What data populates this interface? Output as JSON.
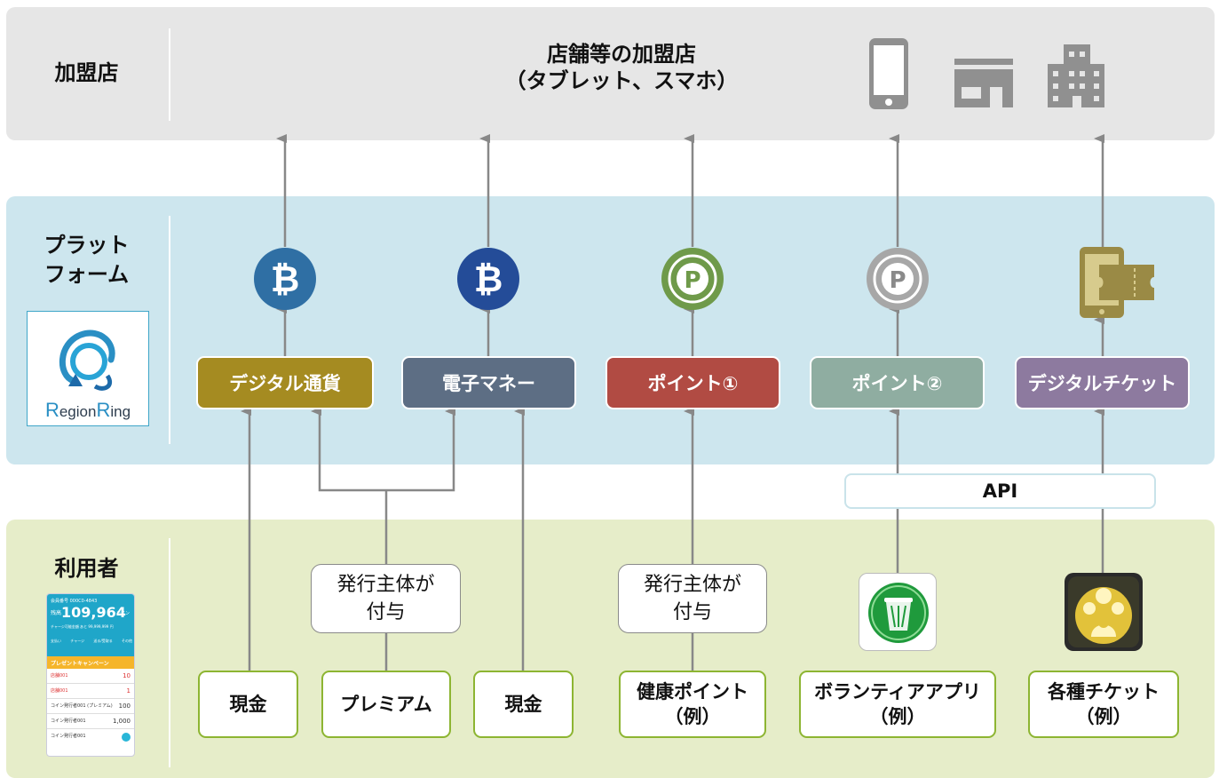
{
  "rows": {
    "merchant": {
      "label": "加盟店"
    },
    "platform": {
      "label_line1": "プラット",
      "label_line2": "フォーム"
    },
    "user": {
      "label": "利用者"
    }
  },
  "merchant": {
    "title_line1": "店舗等の加盟店",
    "title_line2": "（タブレット、スマホ）",
    "icons": [
      "smartphone-icon",
      "shop-icon",
      "building-icon"
    ]
  },
  "logo": {
    "text_part1": "R",
    "text_part2": "egion",
    "text_part3": "R",
    "text_part4": "ing"
  },
  "platform_items": [
    {
      "label": "デジタル通貨",
      "color": "#a58b21",
      "coin": "bitcoin-icon"
    },
    {
      "label": "電子マネー",
      "color": "#5d6e84",
      "coin": "bitcoin-icon"
    },
    {
      "label": "ポイント①",
      "color": "#b14b43",
      "coin": "point-icon"
    },
    {
      "label": "ポイント②",
      "color": "#8fada1",
      "coin": "point-icon"
    },
    {
      "label": "デジタルチケット",
      "color": "#8d7a9f",
      "coin": "ticket-icon"
    }
  ],
  "api": {
    "label": "API"
  },
  "issuer": {
    "line1": "発行主体が",
    "line2": "付与"
  },
  "sources": [
    {
      "line1": "現金",
      "line2": ""
    },
    {
      "line1": "プレミアム",
      "line2": ""
    },
    {
      "line1": "現金",
      "line2": ""
    },
    {
      "line1": "健康ポイント",
      "line2": "（例）"
    },
    {
      "line1": "ボランティアアプリ",
      "line2": "（例）"
    },
    {
      "line1": "各種チケット",
      "line2": "（例）"
    }
  ],
  "phone_app": {
    "header": "会員番号 000C0-4843",
    "balance_label": "残高",
    "balance": "109,964",
    "balance_unit": "コイン",
    "charge_text": "チャージ可能金額 あと 99,999,999 円",
    "buttons": [
      "支払い",
      "チャージ",
      "送る/受取る",
      "その他"
    ],
    "banner": "プレゼントキャンペーン",
    "list": [
      {
        "name": "店舗001",
        "value": "10"
      },
      {
        "name": "店舗001",
        "value": "1"
      },
      {
        "name": "コイン発行者001 (プレミアム)",
        "value": "100"
      },
      {
        "name": "コイン発行者001",
        "value": "1,000"
      },
      {
        "name": "コイン発行者001",
        "value": ""
      }
    ]
  },
  "colors": {
    "merchant_band": "#e6e6e6",
    "platform_band": "#cde6ee",
    "user_band": "#e6edc9",
    "source_border": "#8db532",
    "arrow": "#888888"
  }
}
